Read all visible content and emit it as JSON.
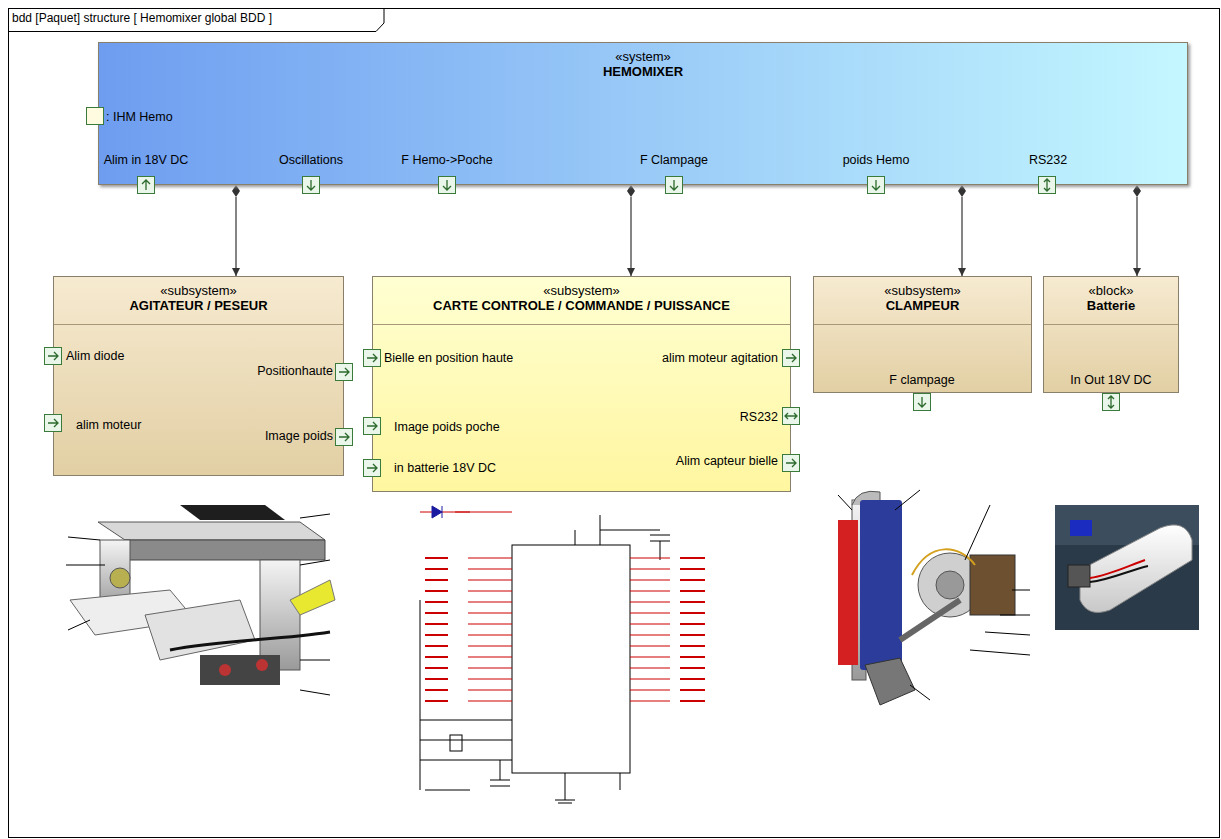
{
  "diagram": {
    "title": "bdd [Paquet] structure [ Hemomixer global BDD ]",
    "nodes": [
      {
        "text": [
          "«system»",
          "HEMOMIXER"
        ]
      },
      {
        "text": [
          "«subsystem»",
          "AGITATEUR / PESEUR"
        ]
      },
      {
        "text": [
          "«subsystem»",
          "CARTE CONTROLE / COMMANDE / PUISSANCE"
        ]
      },
      {
        "text": [
          "«subsystem»",
          "CLAMPEUR"
        ]
      },
      {
        "text": [
          "«block»",
          "Batterie"
        ]
      }
    ],
    "edges": [
      {
        "from": 0,
        "to": 1,
        "arrow": "to"
      },
      {
        "from": 0,
        "to": 2,
        "arrow": "to"
      },
      {
        "from": 0,
        "to": 3,
        "arrow": "to"
      },
      {
        "from": 0,
        "to": 4,
        "arrow": "to"
      }
    ],
    "labels": [
      ": IHM Hemo",
      "Alim in 18V DC",
      "Oscillations",
      "F Hemo->Poche",
      "F Clampage",
      "poids Hemo",
      "RS232",
      "Alim diode",
      "alim moteur",
      "Positionhaute",
      "Image poids",
      "Bielle en position haute",
      "Image poids poche",
      "in batterie 18V DC",
      "alim moteur agitation",
      "RS232",
      "Alim capteur bielle",
      "F clampage",
      "In Out 18V DC"
    ]
  }
}
